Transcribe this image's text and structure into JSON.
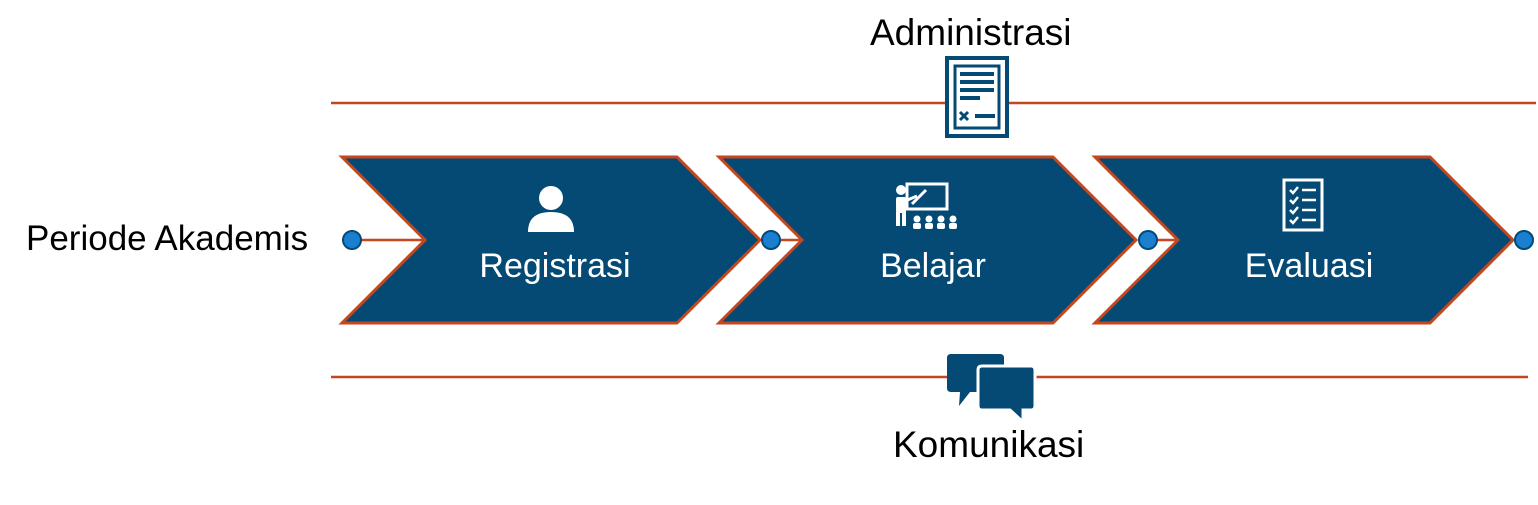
{
  "labels": {
    "administrasi": "Administrasi",
    "komunikasi": "Komunikasi",
    "periode": "Periode Akademis"
  },
  "steps": [
    {
      "label": "Registrasi",
      "icon": "user-icon"
    },
    {
      "label": "Belajar",
      "icon": "teacher-presentation-icon"
    },
    {
      "label": "Evaluasi",
      "icon": "checklist-icon"
    }
  ],
  "icons": {
    "administrasi": "document-icon",
    "komunikasi": "chat-bubbles-icon"
  },
  "colors": {
    "navy": "#044A74",
    "orange": "#C4471E",
    "dot": "#1A7FD1",
    "white": "#FFFFFF"
  }
}
